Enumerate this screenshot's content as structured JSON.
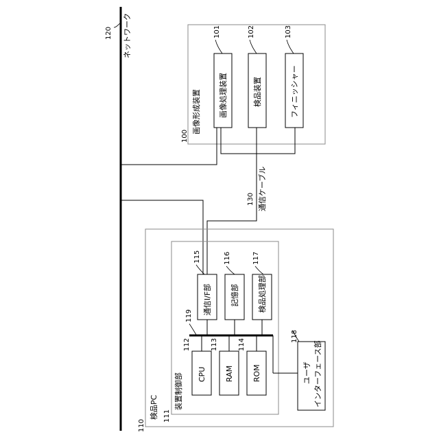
{
  "network": {
    "ref": "120",
    "label": "ネットワーク"
  },
  "cable": {
    "ref": "130",
    "label": "通信ケーブル"
  },
  "image_forming_apparatus": {
    "ref": "100",
    "label": "画像形成装置",
    "units": [
      {
        "ref": "101",
        "label": "画像処理装置"
      },
      {
        "ref": "102",
        "label": "検品装置"
      },
      {
        "ref": "103",
        "label": "フィニッシャー"
      }
    ]
  },
  "inspection_pc": {
    "ref": "110",
    "label": "検品PC",
    "controller": {
      "ref": "111",
      "label": "装置制御部",
      "bus_ref": "119",
      "upper_units": [
        {
          "ref": "115",
          "label": "通信I/F部"
        },
        {
          "ref": "116",
          "label": "記憶部"
        },
        {
          "ref": "117",
          "label": "検品処理部"
        }
      ],
      "lower_units": [
        {
          "ref": "112",
          "label": "CPU"
        },
        {
          "ref": "113",
          "label": "RAM"
        },
        {
          "ref": "114",
          "label": "ROM"
        }
      ]
    },
    "user_interface": {
      "ref": "118",
      "label_line1": "ユーザ",
      "label_line2": "インターフェース部"
    }
  }
}
